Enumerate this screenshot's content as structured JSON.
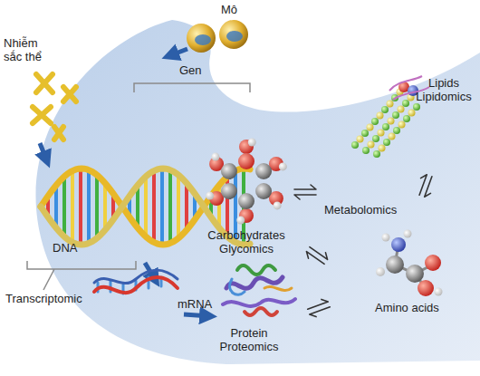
{
  "diagram": {
    "labels": [
      "Mô",
      "Nhiễm sắc thể",
      "Gen",
      "DNA",
      "Transcriptomic",
      "mRNA",
      "Protein Proteomics",
      "Carbohydrates Glycomics",
      "Metabolomics",
      "Lipids Lipidomics",
      "Amino acids"
    ]
  }
}
